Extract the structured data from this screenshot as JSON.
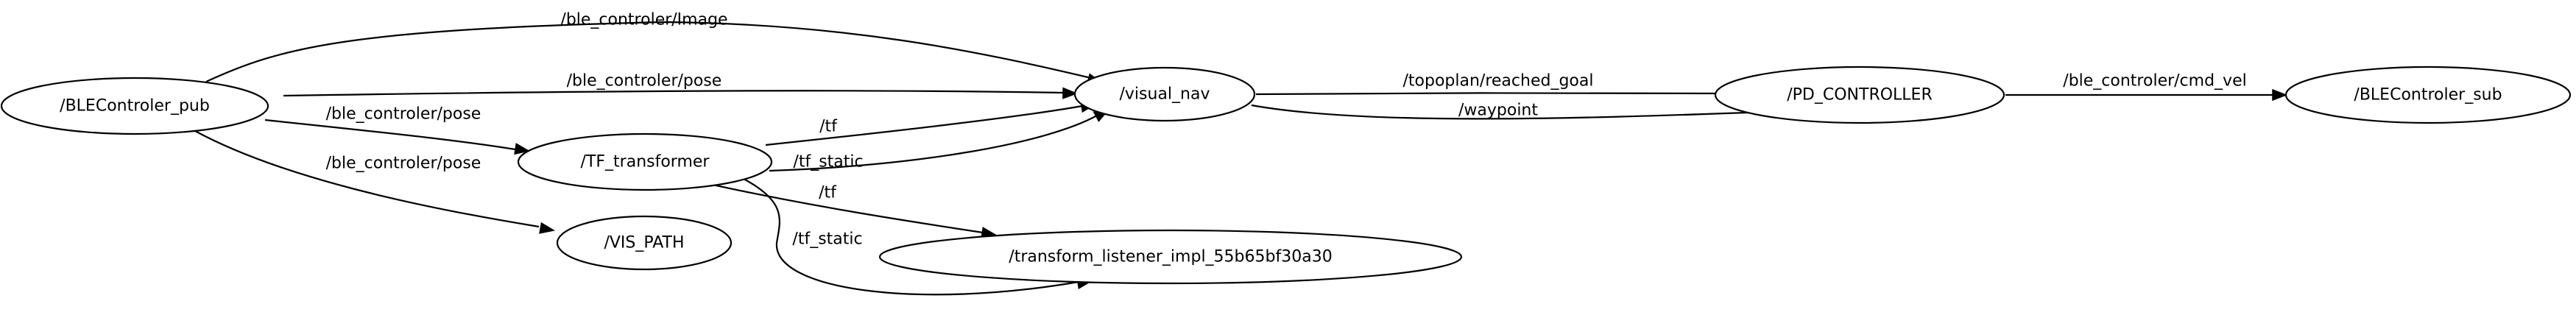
{
  "graph": {
    "nodes": [
      {
        "id": "blecontroler_pub",
        "label": "/BLEControler_pub"
      },
      {
        "id": "visual_nav",
        "label": "/visual_nav"
      },
      {
        "id": "tf_transformer",
        "label": "/TF_transformer"
      },
      {
        "id": "vis_path",
        "label": "/VIS_PATH"
      },
      {
        "id": "transform_listener",
        "label": "/transform_listener_impl_55b65bf30a30"
      },
      {
        "id": "pd_controller",
        "label": "/PD_CONTROLLER"
      },
      {
        "id": "blecontroler_sub",
        "label": "/BLEControler_sub"
      }
    ],
    "edges": [
      {
        "id": "e1",
        "from": "blecontroler_pub",
        "to": "visual_nav",
        "label": "/ble_controler/Image"
      },
      {
        "id": "e2",
        "from": "blecontroler_pub",
        "to": "visual_nav",
        "label": "/ble_controler/pose"
      },
      {
        "id": "e3",
        "from": "blecontroler_pub",
        "to": "tf_transformer",
        "label": "/ble_controler/pose"
      },
      {
        "id": "e4",
        "from": "blecontroler_pub",
        "to": "vis_path",
        "label": "/ble_controler/pose"
      },
      {
        "id": "e5",
        "from": "tf_transformer",
        "to": "visual_nav",
        "label": "/tf"
      },
      {
        "id": "e6",
        "from": "tf_transformer",
        "to": "visual_nav",
        "label": "/tf_static"
      },
      {
        "id": "e7",
        "from": "tf_transformer",
        "to": "transform_listener",
        "label": "/tf"
      },
      {
        "id": "e8",
        "from": "tf_transformer",
        "to": "transform_listener",
        "label": "/tf_static"
      },
      {
        "id": "e9",
        "from": "visual_nav",
        "to": "pd_controller",
        "label": "/topoplan/reached_goal"
      },
      {
        "id": "e10",
        "from": "visual_nav",
        "to": "pd_controller",
        "label": "/waypoint"
      },
      {
        "id": "e11",
        "from": "pd_controller",
        "to": "blecontroler_sub",
        "label": "/ble_controler/cmd_vel"
      }
    ]
  }
}
